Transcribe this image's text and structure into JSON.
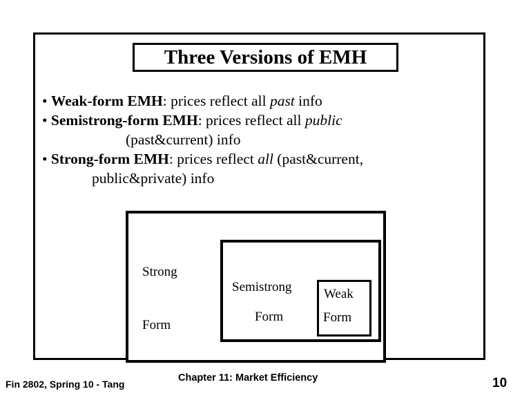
{
  "slide": {
    "title": "Three Versions of EMH",
    "bullets": [
      {
        "marker": "•",
        "segments": [
          {
            "text": "Weak-form EMH",
            "style": "bold"
          },
          {
            "text": ": prices reflect all ",
            "style": "normal"
          },
          {
            "text": "past",
            "style": "italic"
          },
          {
            "text": " info",
            "style": "normal"
          }
        ]
      },
      {
        "marker": "•",
        "segments": [
          {
            "text": "Semistrong-form EMH",
            "style": "bold"
          },
          {
            "text": ": prices reflect all ",
            "style": "normal"
          },
          {
            "text": "public",
            "style": "italic"
          }
        ],
        "continuation": "(past&current) info"
      },
      {
        "marker": "•",
        "segments": [
          {
            "text": "Strong-form EMH",
            "style": "bold"
          },
          {
            "text": ": prices reflect ",
            "style": "normal"
          },
          {
            "text": "all",
            "style": "italic"
          },
          {
            "text": " (past&current,",
            "style": "normal"
          }
        ],
        "continuation": "public&private) info"
      }
    ],
    "diagram": {
      "outer_label_line1": "Strong",
      "outer_label_line2": "Form",
      "middle_label_line1": "Semistrong",
      "middle_label_line2": "Form",
      "inner_label_line1": "Weak",
      "inner_label_line2": "Form"
    },
    "footer": {
      "left": "Fin 2802, Spring 10 - Tang",
      "center": "Chapter 11: Market Efficiency",
      "page_number": "10"
    }
  }
}
